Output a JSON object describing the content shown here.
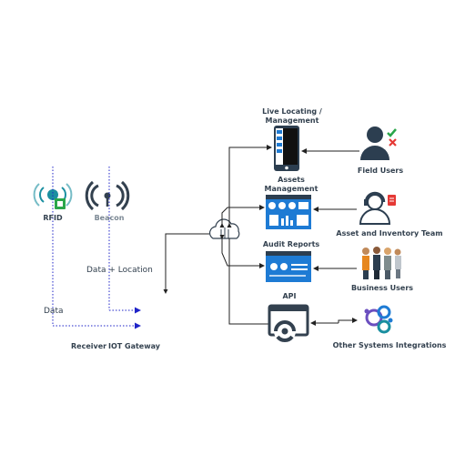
{
  "sources": {
    "rfid_label": "RFID",
    "beacon_label": "Beacon",
    "data_location_label": "Data + Location",
    "data_label": "Data",
    "receiver_label": "Receiver",
    "gateway_label": "IOT Gateway"
  },
  "apps": {
    "live_locating_line1": "Live Locating /",
    "live_locating_line2": "Management",
    "assets_line1": "Assets",
    "assets_line2": "Management",
    "audit_label": "Audit Reports",
    "api_label": "API"
  },
  "users": {
    "field_users": "Field Users",
    "asset_team": "Asset and Inventory Team",
    "business_users": "Business Users",
    "other_systems": "Other Systems Integrations"
  },
  "colors": {
    "navy": "#2c3e50",
    "slate": "#33414f",
    "teal": "#1a8fa0",
    "green": "#2aa64a",
    "blue": "#1e7bd4",
    "purple": "#6b4fbf",
    "red": "#e53935",
    "arrow_blue": "#1f24c8"
  }
}
